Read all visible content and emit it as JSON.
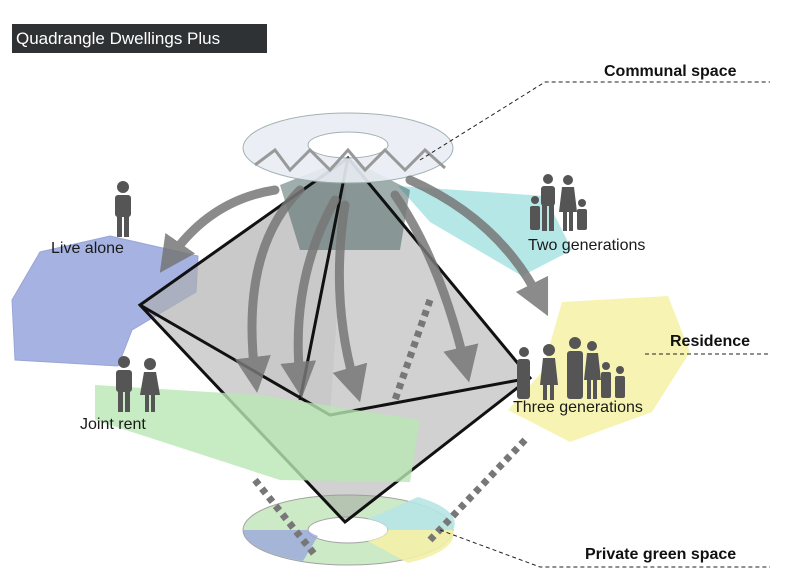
{
  "title": "Quadrangle Dwellings Plus",
  "labels": {
    "communal": "Communal space",
    "residence": "Residence",
    "private_green": "Private green space"
  },
  "groups": {
    "live_alone": "Live alone",
    "joint_rent": "Joint rent",
    "two_generations": "Two generations",
    "three_generations": "Three generations"
  },
  "colors": {
    "blue": "#8f9fdc",
    "green": "#b9e6b4",
    "cyan": "#a9e3e3",
    "yellow": "#f6f2a6",
    "arrow": "#7b7b7b"
  }
}
